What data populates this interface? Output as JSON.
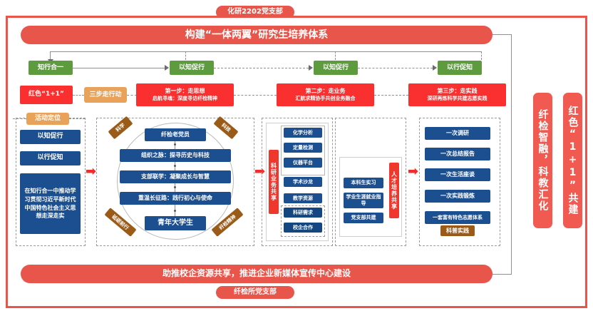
{
  "meta": {
    "top_badge": "化研2202党支部",
    "bottom_badge": "纤检所党支部"
  },
  "banners": {
    "title": "构建“一体两翼”研究生培养体系",
    "footer": "助推校企资源共享，推进企业新媒体宣传中心建设"
  },
  "stage_row": {
    "items": [
      {
        "label": "知行合一"
      },
      {
        "label": "以知促行"
      },
      {
        "label": "以知促行"
      },
      {
        "label": "以行促知"
      }
    ]
  },
  "step_row": {
    "seed": "红色“1+1”",
    "action": "三步走行动",
    "steps": [
      {
        "title": "第一步：走思想",
        "subtitle": "启航寻魂：深度寻访纤检精神"
      },
      {
        "title": "第二步：走业务",
        "subtitle": "汇航求精协手共创业务融合"
      },
      {
        "title": "第三步：走实践",
        "subtitle": "深研再炼科学共建志愿实践"
      }
    ]
  },
  "left_column": {
    "header": "活动定位",
    "items": [
      "以知促行",
      "以行促知"
    ],
    "paragraph": "在知行合一中推动学习贯彻习近平新时代中国特色社会主义思想走深走实"
  },
  "center_column": {
    "corner_labels": {
      "top_left": "科学",
      "top_right": "科技",
      "bottom_left": "砥砺前行",
      "bottom_right": "纤检精神"
    },
    "nodes": [
      "纤检老党员",
      "组织之脉：探寻历史与科技",
      "支部联学：凝聚成长与智慧",
      "重温长征路：践行初心与使命",
      "青年大学生"
    ]
  },
  "research_column": {
    "vertical_label": "科研业务共享",
    "items": [
      "化学分析",
      "定量检测",
      "仪器平台",
      "学术沙龙",
      "教学资源",
      "科研需求",
      "校企合作"
    ]
  },
  "talent_column": {
    "vertical_label": "人才培养共享",
    "items": [
      "本科生实习",
      "学业生涯就业指导",
      "党支部共建"
    ]
  },
  "practice_column": {
    "items": [
      "一次调研",
      "一次总结报告",
      "一次生活座谈",
      "一次实践锻炼",
      "一套富有特色志愿体系"
    ],
    "tag": "科普实践"
  },
  "side_labels": {
    "inner": "纤检智融，科教汇化",
    "outer": "红色“1+1”共建"
  },
  "colors": {
    "red_banner": "#e8554a",
    "red_box": "#fa2f2f",
    "green": "#5e9b3f",
    "orange": "#e9a25a",
    "blue": "#1c4f8f",
    "brown": "#9a5b18",
    "side_red": "#f05a50"
  }
}
